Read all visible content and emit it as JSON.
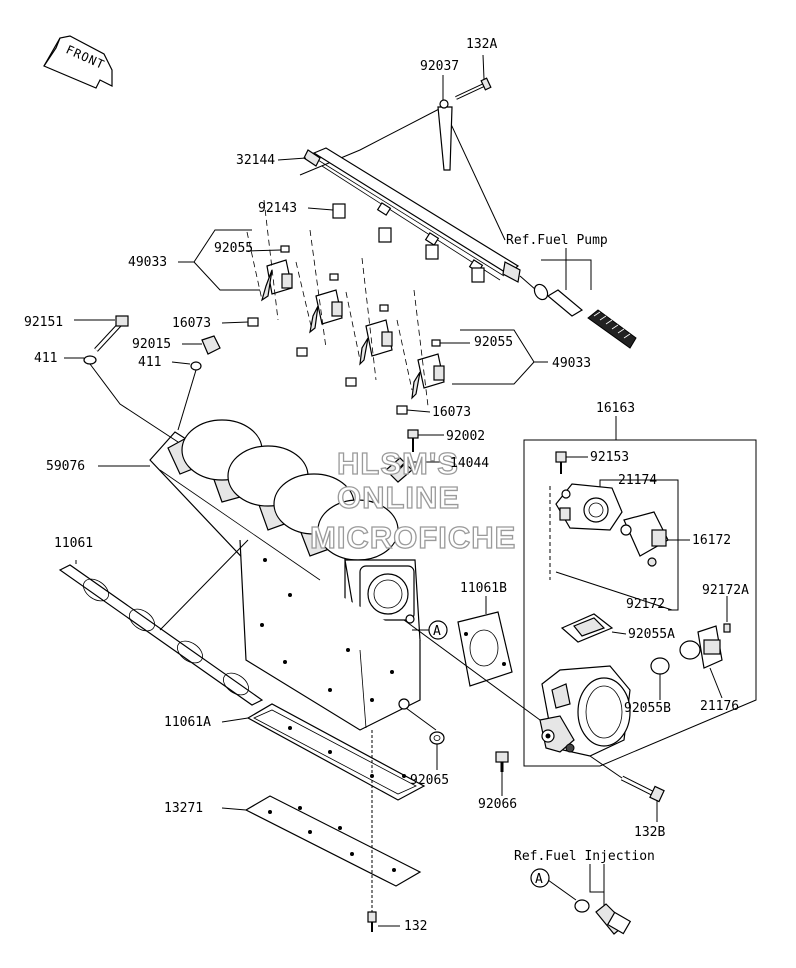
{
  "front_label": "FRONT",
  "watermark": {
    "line1": "HLSM'S",
    "line2": "ONLINE",
    "line3": "MICROFICHE"
  },
  "references": {
    "fuel_pump": "Ref.Fuel Pump",
    "fuel_injection": "Ref.Fuel Injection"
  },
  "callout_marker": "A",
  "labels": {
    "p132A": "132A",
    "p92037": "92037",
    "p32144": "32144",
    "p92143": "92143",
    "p49033_left": "49033",
    "p92055_left": "92055",
    "p92151": "92151",
    "p16073_left": "16073",
    "p92015": "92015",
    "p411_a": "411",
    "p411_b": "411",
    "p92055_right": "92055",
    "p49033_right": "49033",
    "p16073_right": "16073",
    "p16163": "16163",
    "p92002": "92002",
    "p14044": "14044",
    "p92153": "92153",
    "p59076": "59076",
    "p21174": "21174",
    "p16172": "16172",
    "p11061": "11061",
    "p11061B": "11061B",
    "p92172A": "92172A",
    "p92172": "92172",
    "p92055A": "92055A",
    "p92055B": "92055B",
    "p21176": "21176",
    "p11061A": "11061A",
    "p92065": "92065",
    "p92066": "92066",
    "p13271": "13271",
    "p132B": "132B",
    "p132": "132"
  }
}
